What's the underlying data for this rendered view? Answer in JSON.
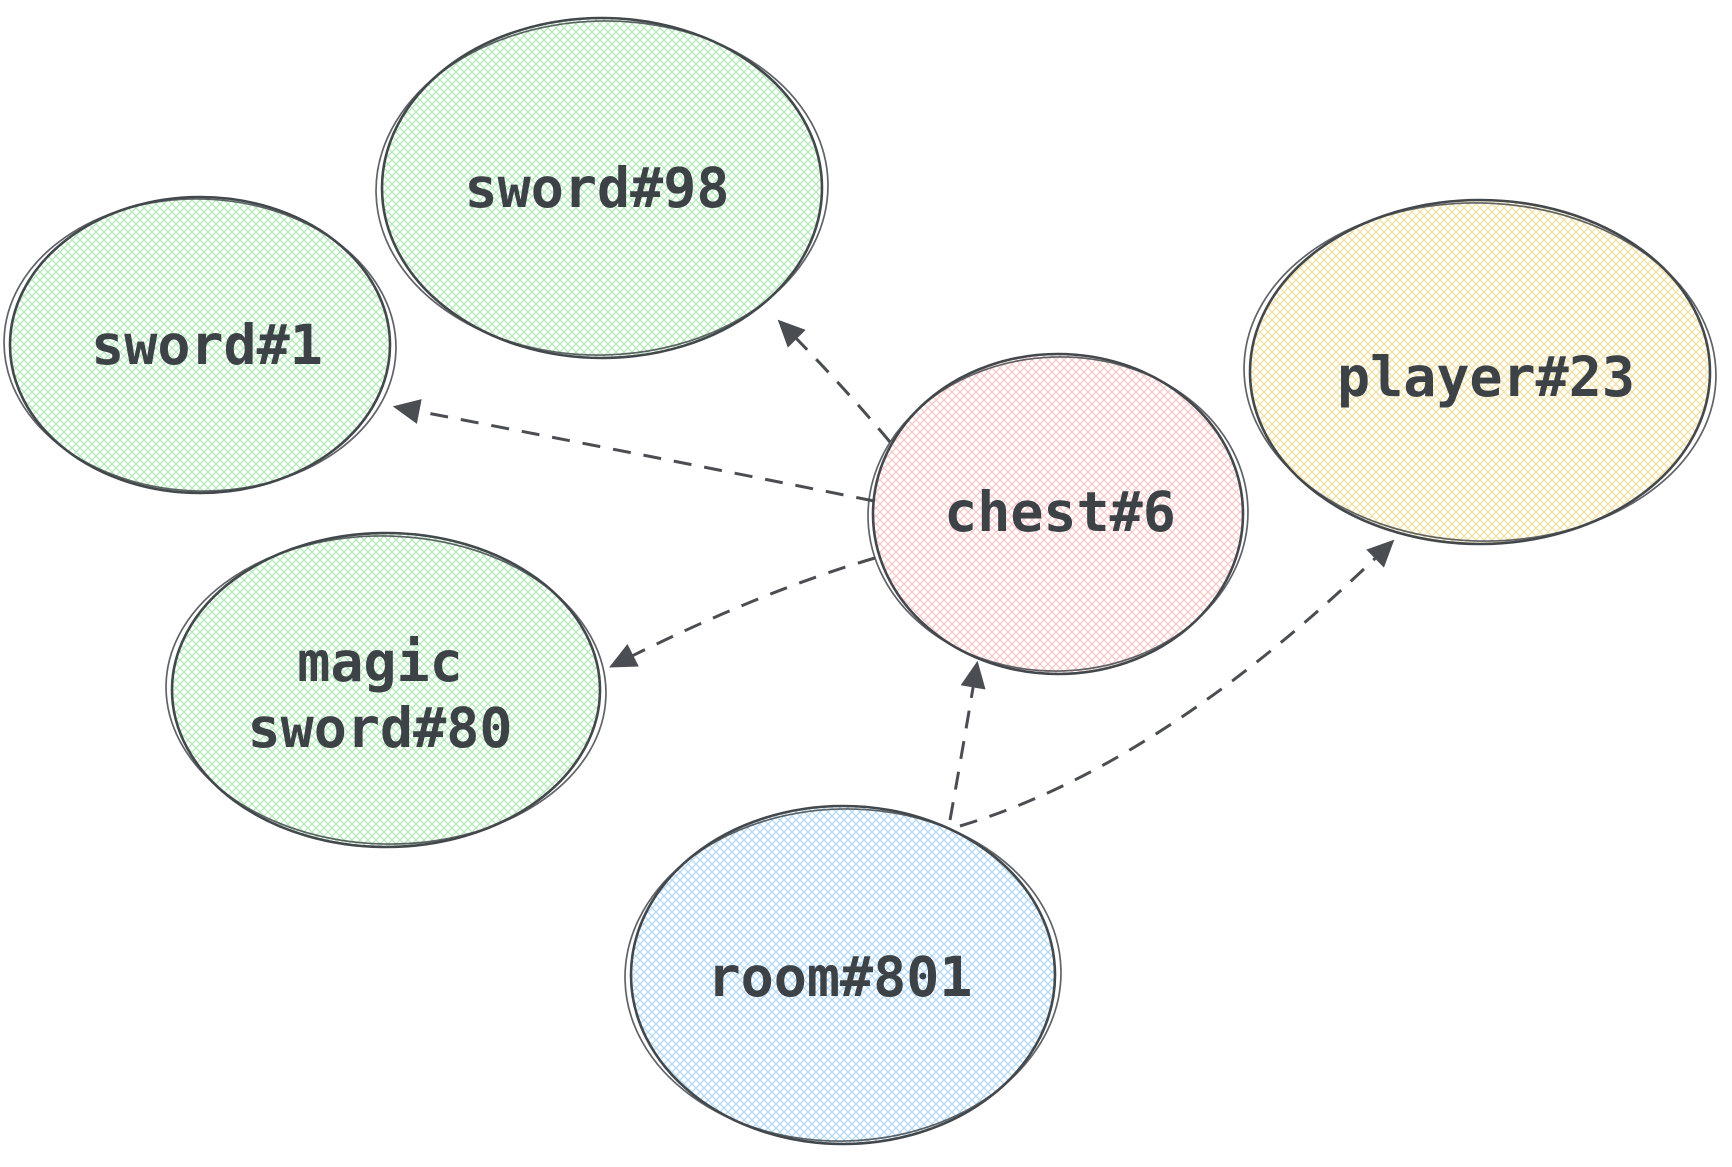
{
  "diagram": {
    "background": "#ffffff",
    "colors": {
      "outline": "#43484c",
      "line": "#4a4e52",
      "text": "#3d4247",
      "hatch_green": "#b2e8b8",
      "hatch_pink": "#f7c8c8",
      "hatch_yellow": "#f0e0a0",
      "hatch_blue": "#b0d8f2"
    },
    "nodes": [
      {
        "id": "sword#1",
        "label": "sword#1",
        "color": "green"
      },
      {
        "id": "sword#98",
        "label": "sword#98",
        "color": "green"
      },
      {
        "id": "magic sword#80",
        "label": "magic sword#80",
        "lines": [
          "magic",
          "sword#80"
        ],
        "color": "green"
      },
      {
        "id": "chest#6",
        "label": "chest#6",
        "color": "pink"
      },
      {
        "id": "player#23",
        "label": "player#23",
        "color": "yellow"
      },
      {
        "id": "room#801",
        "label": "room#801",
        "color": "blue"
      }
    ],
    "edges": [
      {
        "from": "chest#6",
        "to": "sword#98",
        "style": "dashed-arrow"
      },
      {
        "from": "chest#6",
        "to": "sword#1",
        "style": "dashed-arrow"
      },
      {
        "from": "chest#6",
        "to": "magic sword#80",
        "style": "dashed-arrow"
      },
      {
        "from": "room#801",
        "to": "chest#6",
        "style": "dashed-arrow"
      },
      {
        "from": "room#801",
        "to": "player#23",
        "style": "dashed-arrow"
      }
    ]
  }
}
